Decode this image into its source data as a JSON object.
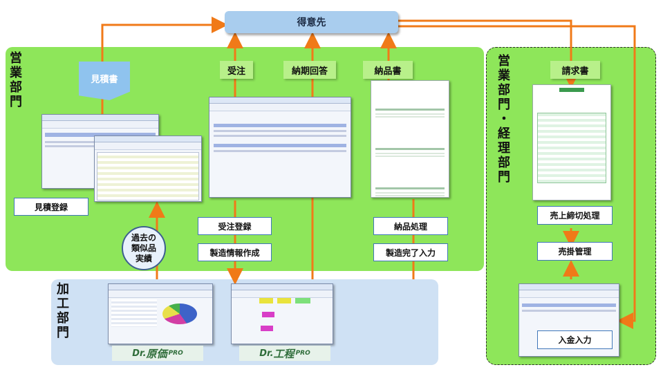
{
  "customer": "得意先",
  "sales_dept": "営業部門",
  "sales_acct_dept": "営業部門・経理部門",
  "proc_dept": "加工部門",
  "flow_labels": {
    "order": "受注",
    "delivery_reply": "納期回答",
    "delivery_note": "納品書",
    "invoice": "請求書"
  },
  "quote_doc": "見積書",
  "past_results": "過去の類似品実績",
  "process_boxes": {
    "quote_entry": "見積登録",
    "order_entry": "受注登録",
    "mfg_info": "製造情報作成",
    "delivery_proc": "納品処理",
    "mfg_complete": "製造完了入力",
    "sales_close": "売上締切処理",
    "receivables": "売掛管理",
    "payment_entry": "入金入力"
  },
  "products": {
    "cost": {
      "prefix": "Dr.",
      "name": "原価",
      "suffix": "PRO"
    },
    "process": {
      "prefix": "Dr.",
      "name": "工程",
      "suffix": "PRO"
    }
  },
  "colors": {
    "arrow": "#f07a18",
    "area_green": "#8ee65a",
    "area_blue": "#cfe1f4",
    "customer_blue": "#a9cdee",
    "label_green": "#b8f08a"
  }
}
